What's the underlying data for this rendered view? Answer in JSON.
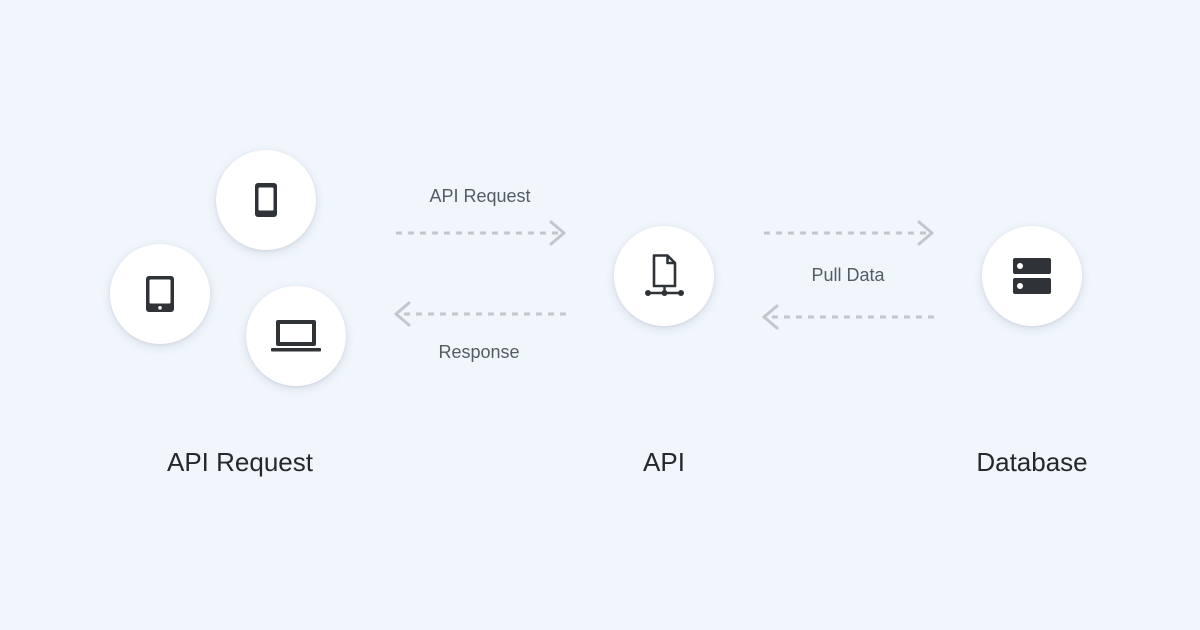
{
  "colors": {
    "background": "#f1f6fd",
    "node_fill": "#ffffff",
    "icon": "#2f3337",
    "arrow": "#c4c7ca",
    "flow_label": "#555b63",
    "section_label": "#25292e"
  },
  "nodes": {
    "client_phone": {
      "icon": "smartphone-icon"
    },
    "client_tablet": {
      "icon": "tablet-icon"
    },
    "client_laptop": {
      "icon": "laptop-icon"
    },
    "api": {
      "icon": "api-document-network-icon"
    },
    "database": {
      "icon": "database-server-icon"
    }
  },
  "flows": {
    "request_label": "API Request",
    "response_label": "Response",
    "pull_label": "Pull Data"
  },
  "sections": {
    "clients": "API Request",
    "api": "API",
    "database": "Database"
  }
}
